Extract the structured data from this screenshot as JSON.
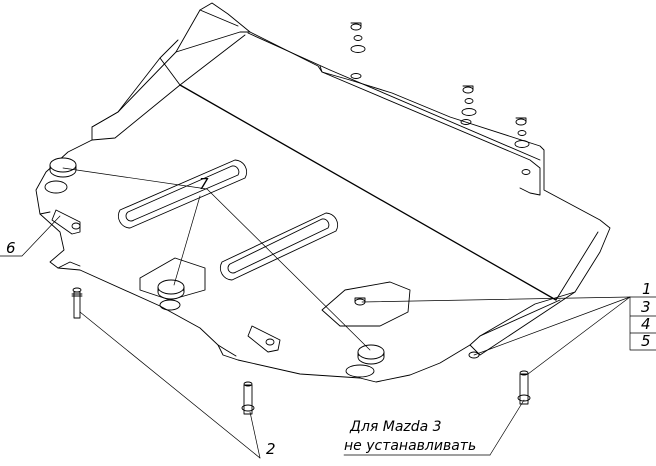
{
  "callouts": {
    "c1": "1",
    "c2": "2",
    "c3": "3",
    "c4": "4",
    "c5": "5",
    "c6": "6",
    "c7": "7"
  },
  "note": {
    "line1": "Для Mazda 3",
    "line2": "не устанавливать"
  }
}
